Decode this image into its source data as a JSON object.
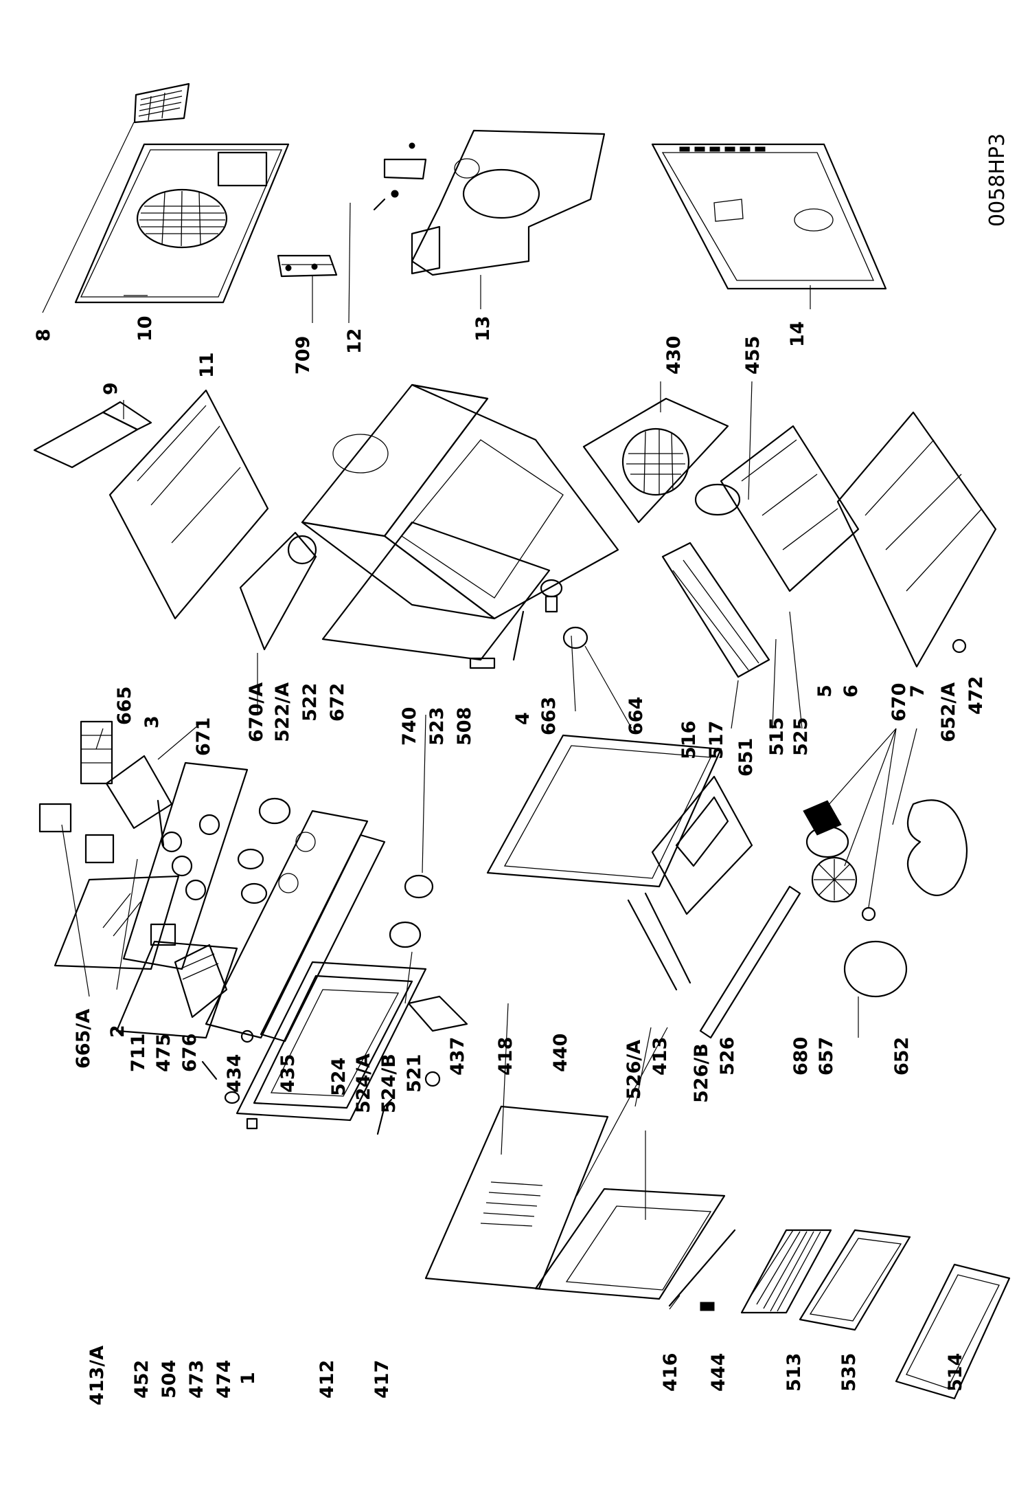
{
  "drawing_code": "0058HP3",
  "labels": [
    {
      "id": "8",
      "t": "8"
    },
    {
      "id": "10",
      "t": "10"
    },
    {
      "id": "709",
      "t": "709"
    },
    {
      "id": "12",
      "t": "12"
    },
    {
      "id": "13",
      "t": "13"
    },
    {
      "id": "430",
      "t": "430"
    },
    {
      "id": "455",
      "t": "455"
    },
    {
      "id": "14",
      "t": "14"
    },
    {
      "id": "9",
      "t": "9"
    },
    {
      "id": "11",
      "t": "11"
    },
    {
      "id": "665",
      "t": "665"
    },
    {
      "id": "3",
      "t": "3"
    },
    {
      "id": "671",
      "t": "671"
    },
    {
      "id": "670A",
      "t": "670/A"
    },
    {
      "id": "522A",
      "t": "522/A"
    },
    {
      "id": "522",
      "t": "522"
    },
    {
      "id": "672",
      "t": "672"
    },
    {
      "id": "740",
      "t": "740"
    },
    {
      "id": "523",
      "t": "523"
    },
    {
      "id": "508",
      "t": "508"
    },
    {
      "id": "4",
      "t": "4"
    },
    {
      "id": "663",
      "t": "663"
    },
    {
      "id": "664",
      "t": "664"
    },
    {
      "id": "516",
      "t": "516"
    },
    {
      "id": "517",
      "t": "517"
    },
    {
      "id": "515",
      "t": "515"
    },
    {
      "id": "525",
      "t": "525"
    },
    {
      "id": "5",
      "t": "5"
    },
    {
      "id": "6",
      "t": "6"
    },
    {
      "id": "670",
      "t": "670"
    },
    {
      "id": "7",
      "t": "7"
    },
    {
      "id": "652A",
      "t": "652/A"
    },
    {
      "id": "472",
      "t": "472"
    },
    {
      "id": "665A",
      "t": "665/A"
    },
    {
      "id": "2",
      "t": "2"
    },
    {
      "id": "711",
      "t": "711"
    },
    {
      "id": "475",
      "t": "475"
    },
    {
      "id": "676",
      "t": "676"
    },
    {
      "id": "434",
      "t": "434"
    },
    {
      "id": "435",
      "t": "435"
    },
    {
      "id": "524",
      "t": "524"
    },
    {
      "id": "524A",
      "t": "524/A"
    },
    {
      "id": "524B",
      "t": "524/B"
    },
    {
      "id": "521",
      "t": "521"
    },
    {
      "id": "437",
      "t": "437"
    },
    {
      "id": "418",
      "t": "418"
    },
    {
      "id": "440",
      "t": "440"
    },
    {
      "id": "526A",
      "t": "526/A"
    },
    {
      "id": "413",
      "t": "413"
    },
    {
      "id": "526B",
      "t": "526/B"
    },
    {
      "id": "526",
      "t": "526"
    },
    {
      "id": "680",
      "t": "680"
    },
    {
      "id": "657",
      "t": "657"
    },
    {
      "id": "652",
      "t": "652"
    },
    {
      "id": "651",
      "t": "651"
    },
    {
      "id": "413A",
      "t": "413/A"
    },
    {
      "id": "452",
      "t": "452"
    },
    {
      "id": "504",
      "t": "504"
    },
    {
      "id": "473",
      "t": "473"
    },
    {
      "id": "474",
      "t": "474"
    },
    {
      "id": "1",
      "t": "1"
    },
    {
      "id": "412",
      "t": "412"
    },
    {
      "id": "417",
      "t": "417"
    },
    {
      "id": "416",
      "t": "416"
    },
    {
      "id": "444",
      "t": "444"
    },
    {
      "id": "513",
      "t": "513"
    },
    {
      "id": "535",
      "t": "535"
    },
    {
      "id": "514",
      "t": "514"
    }
  ]
}
